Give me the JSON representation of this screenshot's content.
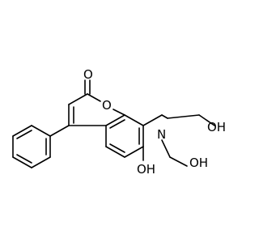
{
  "molecule": {
    "atoms": {
      "carbonyl_oxygen": "O",
      "ring_oxygen": "O",
      "amine_nitrogen": "N",
      "hydroxyl_upper": "OH",
      "hydroxyl_lower": "OH",
      "phenol_hydroxyl": "OH"
    }
  },
  "colors": {
    "bond": "#000000",
    "label": "#000000",
    "background": "#ffffff"
  }
}
